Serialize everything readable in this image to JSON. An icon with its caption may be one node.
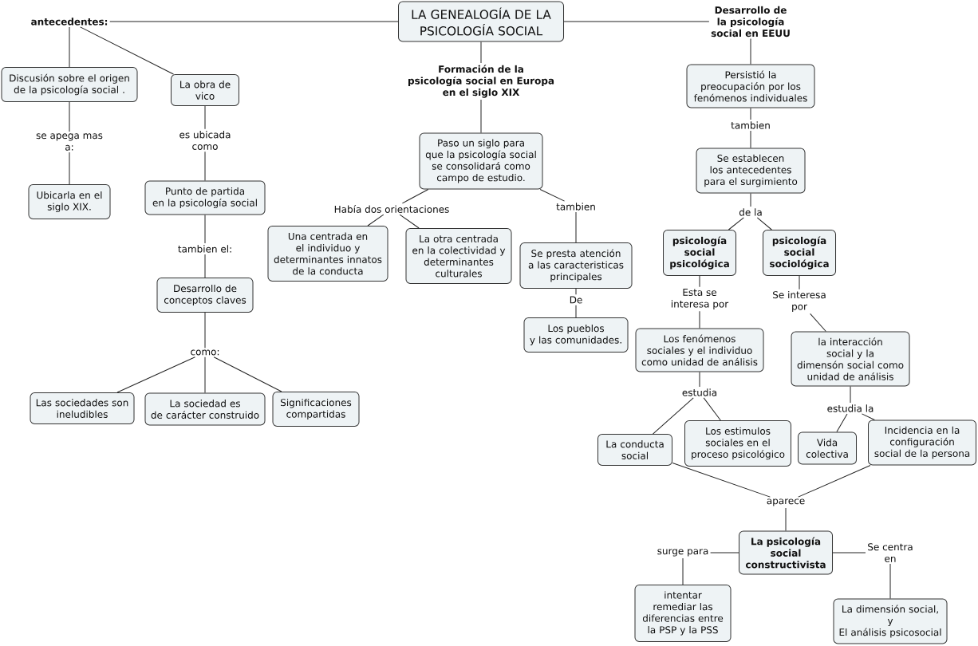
{
  "diagram": {
    "nodes": [
      {
        "text": [
          "LA GENEALOGÍA DE LA PSICOLOGÍA SOCIAL"
        ]
      },
      {
        "text": [
          "antecedentes:"
        ]
      },
      {
        "text": [
          "Desarrollo de la psicología social en EEUU"
        ]
      },
      {
        "text": [
          "Discusión sobre el origen de la psicología social ."
        ]
      },
      {
        "text": [
          "La obra de vico"
        ]
      },
      {
        "text": [
          "Formación de la psicología social en Europa en el siglo XIX"
        ]
      },
      {
        "text": [
          "Persistió la preocupación por los fenómenos individuales"
        ]
      },
      {
        "text": [
          "se apega mas a:"
        ]
      },
      {
        "text": [
          "es ubicada como"
        ]
      },
      {
        "text": [
          "tambien"
        ]
      },
      {
        "text": [
          "Paso un siglo para que la psicología social se consolidará como campo de estudio."
        ]
      },
      {
        "text": [
          "Se establecen los antecedentes para el surgimiento"
        ]
      },
      {
        "text": [
          "Ubicarla en el siglo XIX."
        ]
      },
      {
        "text": [
          "Punto de partida en la psicología social"
        ]
      },
      {
        "text": [
          "Había dos orientaciones"
        ]
      },
      {
        "text": [
          "tambien"
        ]
      },
      {
        "text": [
          "de la"
        ]
      },
      {
        "text": [
          "Una centrada en el individuo y determinantes innatos de la conducta"
        ]
      },
      {
        "text": [
          "La otra centrada en la colectividad y determinantes culturales"
        ]
      },
      {
        "text": [
          "Se presta atención a las caracteristicas principales"
        ]
      },
      {
        "text": [
          "psicología social psicológica"
        ]
      },
      {
        "text": [
          "psicología social sociológica"
        ]
      },
      {
        "text": [
          "tambien el:"
        ]
      },
      {
        "text": [
          "Esta se interesa por"
        ]
      },
      {
        "text": [
          "Se interesa por"
        ]
      },
      {
        "text": [
          "Desarrollo de conceptos claves"
        ]
      },
      {
        "text": [
          "De"
        ]
      },
      {
        "text": [
          "Los pueblos y las comunidades."
        ]
      },
      {
        "text": [
          "Los fenómenos sociales y el individuo como unidad de análisis"
        ]
      },
      {
        "text": [
          "la interacción social y la dimensón social como unidad de análisis"
        ]
      },
      {
        "text": [
          "como:"
        ]
      },
      {
        "text": [
          "estudia"
        ]
      },
      {
        "text": [
          "estudia la"
        ]
      },
      {
        "text": [
          "Las sociedades son ineludibles"
        ]
      },
      {
        "text": [
          "La sociedad es de carácter construido"
        ]
      },
      {
        "text": [
          "Significaciones compartidas"
        ]
      },
      {
        "text": [
          "La conducta social"
        ]
      },
      {
        "text": [
          "Los estimulos sociales en el proceso psicológico"
        ]
      },
      {
        "text": [
          "Vida colectiva"
        ]
      },
      {
        "text": [
          "Incidencia en la configuración social de la persona"
        ]
      },
      {
        "text": [
          "aparece"
        ]
      },
      {
        "text": [
          "La psicología social constructivista"
        ]
      },
      {
        "text": [
          "surge para"
        ]
      },
      {
        "text": [
          "Se centra en"
        ]
      },
      {
        "text": [
          "intentar remediar las diferencias entre la PSP y la PSS"
        ]
      },
      {
        "text": [
          "La dimensión social, y El análisis psicosocial"
        ]
      }
    ],
    "edges": [
      {
        "from": 0,
        "to": 1,
        "arrow": "none"
      },
      {
        "from": 0,
        "to": 2,
        "arrow": "none"
      },
      {
        "from": 0,
        "to": 5,
        "arrow": "none"
      },
      {
        "from": 1,
        "to": 3,
        "arrow": "none"
      },
      {
        "from": 1,
        "to": 4,
        "arrow": "none"
      },
      {
        "from": 3,
        "to": 7,
        "arrow": "none"
      },
      {
        "from": 7,
        "to": 12,
        "arrow": "none"
      },
      {
        "from": 4,
        "to": 8,
        "arrow": "none"
      },
      {
        "from": 8,
        "to": 13,
        "arrow": "none"
      },
      {
        "from": 2,
        "to": 6,
        "arrow": "none"
      },
      {
        "from": 6,
        "to": 9,
        "arrow": "none"
      },
      {
        "from": 9,
        "to": 11,
        "arrow": "none"
      },
      {
        "from": 5,
        "to": 10,
        "arrow": "none"
      },
      {
        "from": 10,
        "to": 14,
        "arrow": "none"
      },
      {
        "from": 14,
        "to": 17,
        "arrow": "none"
      },
      {
        "from": 14,
        "to": 18,
        "arrow": "none"
      },
      {
        "from": 10,
        "to": 15,
        "arrow": "none"
      },
      {
        "from": 15,
        "to": 19,
        "arrow": "none"
      },
      {
        "from": 11,
        "to": 16,
        "arrow": "none"
      },
      {
        "from": 16,
        "to": 20,
        "arrow": "none"
      },
      {
        "from": 16,
        "to": 21,
        "arrow": "none"
      },
      {
        "from": 13,
        "to": 22,
        "arrow": "none"
      },
      {
        "from": 22,
        "to": 25,
        "arrow": "none"
      },
      {
        "from": 20,
        "to": 23,
        "arrow": "none"
      },
      {
        "from": 23,
        "to": 28,
        "arrow": "none"
      },
      {
        "from": 21,
        "to": 24,
        "arrow": "none"
      },
      {
        "from": 24,
        "to": 29,
        "arrow": "none"
      },
      {
        "from": 19,
        "to": 26,
        "arrow": "none"
      },
      {
        "from": 26,
        "to": 27,
        "arrow": "none"
      },
      {
        "from": 25,
        "to": 30,
        "arrow": "none"
      },
      {
        "from": 30,
        "to": 33,
        "arrow": "none"
      },
      {
        "from": 30,
        "to": 34,
        "arrow": "none"
      },
      {
        "from": 30,
        "to": 35,
        "arrow": "none"
      },
      {
        "from": 28,
        "to": 31,
        "arrow": "none"
      },
      {
        "from": 31,
        "to": 36,
        "arrow": "none"
      },
      {
        "from": 31,
        "to": 37,
        "arrow": "none"
      },
      {
        "from": 29,
        "to": 32,
        "arrow": "none"
      },
      {
        "from": 32,
        "to": 38,
        "arrow": "none"
      },
      {
        "from": 32,
        "to": 39,
        "arrow": "none"
      },
      {
        "from": 36,
        "to": 40,
        "arrow": "none"
      },
      {
        "from": 39,
        "to": 40,
        "arrow": "none"
      },
      {
        "from": 40,
        "to": 41,
        "arrow": "none"
      },
      {
        "from": 41,
        "to": 42,
        "arrow": "none"
      },
      {
        "from": 42,
        "to": 44,
        "arrow": "none"
      },
      {
        "from": 41,
        "to": 43,
        "arrow": "none"
      },
      {
        "from": 43,
        "to": 45,
        "arrow": "none"
      }
    ]
  }
}
